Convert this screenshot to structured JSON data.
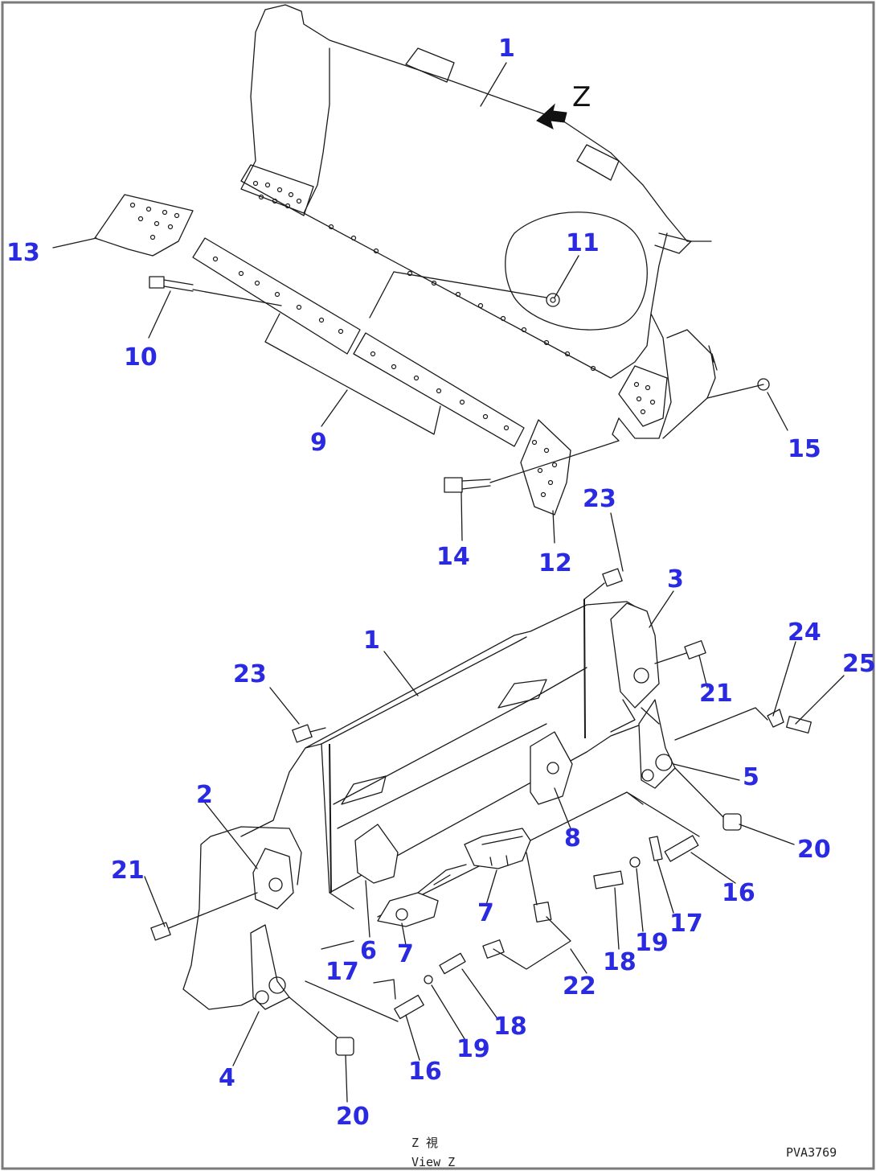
{
  "view_marker": "Z",
  "caption": {
    "line1": "Z    視",
    "line2": "View Z"
  },
  "drawing_code": "PVA3769",
  "callout_color": "#2a2ae0",
  "callouts": {
    "c1a": "1",
    "c1b": "1",
    "c2": "2",
    "c3": "3",
    "c4": "4",
    "c5": "5",
    "c6": "6",
    "c7a": "7",
    "c7b": "7",
    "c8": "8",
    "c9": "9",
    "c10": "10",
    "c11": "11",
    "c12": "12",
    "c13": "13",
    "c14": "14",
    "c15": "15",
    "c16a": "16",
    "c16b": "16",
    "c17a": "17",
    "c17b": "17",
    "c18a": "18",
    "c18b": "18",
    "c19a": "19",
    "c19b": "19",
    "c20a": "20",
    "c20b": "20",
    "c21a": "21",
    "c21b": "21",
    "c22": "22",
    "c23a": "23",
    "c23b": "23",
    "c24": "24",
    "c25": "25"
  }
}
